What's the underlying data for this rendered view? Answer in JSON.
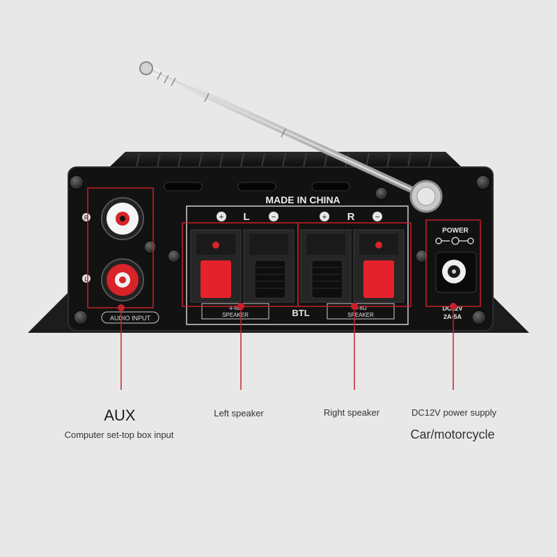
{
  "device": {
    "made_in": "MADE IN CHINA",
    "left_channel": "L",
    "right_channel": "R",
    "plus": "+",
    "minus": "−",
    "rca_right": "R",
    "rca_left": "L",
    "audio_input": "AUDIO INPUT",
    "speaker_left_ohm": "4-8Ω",
    "speaker_left": "SPEAKER",
    "speaker_right_ohm": "4-8Ω",
    "speaker_right": "SPEAKER",
    "btl": "BTL",
    "power": "POWER",
    "dc_rating_1": "DC12V",
    "dc_rating_2": "2A-5A"
  },
  "callouts": {
    "aux_title": "AUX",
    "aux_sub": "Computer set-top box input",
    "left_speaker": "Left speaker",
    "right_speaker": "Right speaker",
    "power_title": "DC12V power supply",
    "power_sub": "Car/motorcycle"
  },
  "colors": {
    "background": "#e8e8e8",
    "chassis": "#141414",
    "highlight_box": "#c8202a",
    "terminal_red": "#e3222b"
  }
}
